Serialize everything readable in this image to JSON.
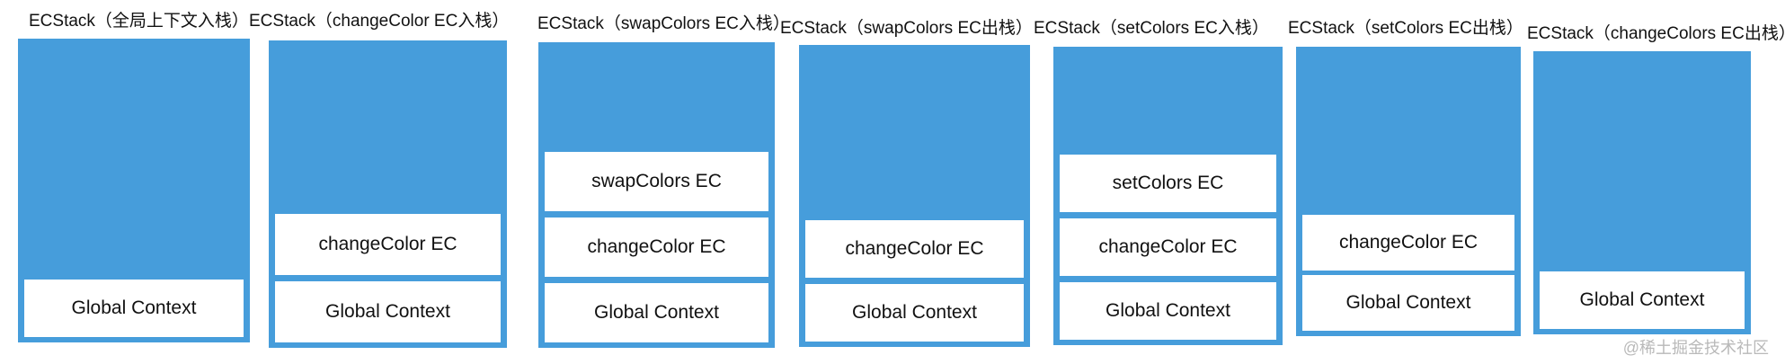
{
  "diagram": {
    "stacks": [
      {
        "title": "ECStack（全局上下文入栈）",
        "frames": [
          "Global Context"
        ]
      },
      {
        "title": "ECStack（changeColor EC入栈）",
        "frames": [
          "changeColor EC",
          "Global Context"
        ]
      },
      {
        "title": "ECStack（swapColors EC入栈）",
        "frames": [
          "swapColors EC",
          "changeColor EC",
          "Global Context"
        ]
      },
      {
        "title": "ECStack（swapColors EC出栈）",
        "frames": [
          "changeColor EC",
          "Global Context"
        ]
      },
      {
        "title": "ECStack（setColors EC入栈）",
        "frames": [
          "setColors EC",
          "changeColor EC",
          "Global Context"
        ]
      },
      {
        "title": "ECStack（setColors EC出栈）",
        "frames": [
          "changeColor EC",
          "Global Context"
        ]
      },
      {
        "title": "ECStack（changeColors EC出栈）",
        "frames": [
          "Global Context"
        ]
      }
    ],
    "colors": {
      "stack_fill": "#469ddb",
      "frame_fill": "#ffffff",
      "text": "#111111"
    }
  },
  "watermark": "@稀土掘金技术社区"
}
